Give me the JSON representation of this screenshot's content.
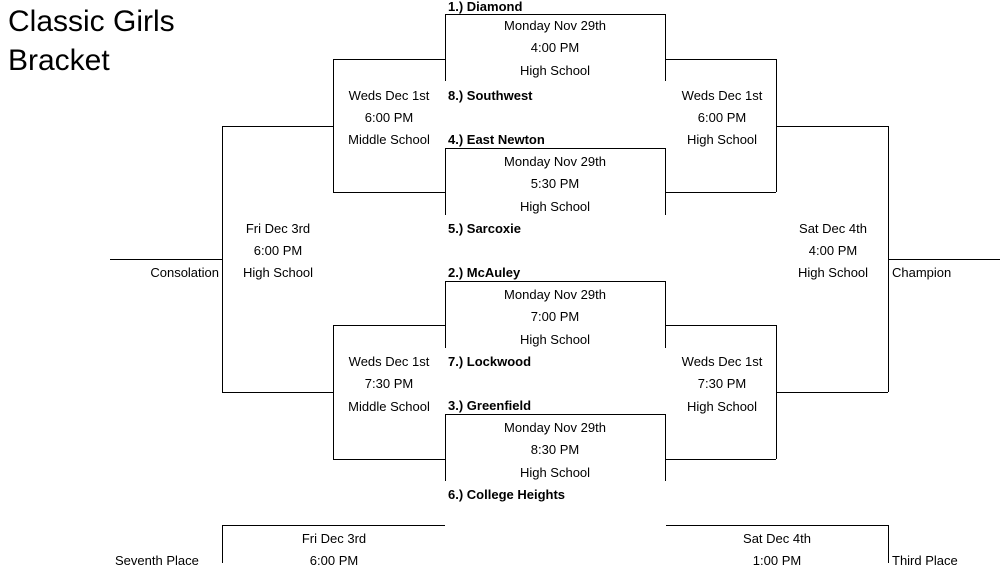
{
  "title_line1": "Classic Girls",
  "title_line2": "Bracket",
  "teams": {
    "t1": "1.) Diamond",
    "t8": "8.) Southwest",
    "t4": "4.) East Newton",
    "t5": "5.) Sarcoxie",
    "t2": "2.) McAuley",
    "t7": "7.) Lockwood",
    "t3": "3.) Greenfield",
    "t6": "6.) College Heights"
  },
  "games": {
    "g1": {
      "date": "Monday Nov 29th",
      "time": "4:00 PM",
      "site": "High School"
    },
    "g2": {
      "date": "Monday Nov 29th",
      "time": "5:30 PM",
      "site": "High School"
    },
    "g3": {
      "date": "Monday Nov 29th",
      "time": "7:00 PM",
      "site": "High School"
    },
    "g4": {
      "date": "Monday Nov 29th",
      "time": "8:30 PM",
      "site": "High School"
    },
    "cons_semi1": {
      "date": "Weds Dec 1st",
      "time": "6:00 PM",
      "site": "Middle School"
    },
    "win_semi1": {
      "date": "Weds  Dec 1st",
      "time": "6:00 PM",
      "site": "High School"
    },
    "cons_semi2": {
      "date": "Weds Dec 1st",
      "time": "7:30 PM",
      "site": "Middle School"
    },
    "win_semi2": {
      "date": "Weds Dec 1st",
      "time": "7:30 PM",
      "site": "High School"
    },
    "consolation_final": {
      "date": "Fri Dec 3rd",
      "time": "6:00 PM",
      "site": "High School"
    },
    "championship": {
      "date": "Sat Dec 4th",
      "time": "4:00 PM",
      "site": "High School"
    },
    "seventh_game": {
      "date": "Fri Dec 3rd",
      "time": "6:00 PM"
    },
    "third_game": {
      "date": "Sat Dec 4th",
      "time": "1:00 PM"
    }
  },
  "labels": {
    "consolation": "Consolation",
    "champion": "Champion",
    "seventh_place": "Seventh Place",
    "third_place": "Third Place"
  }
}
